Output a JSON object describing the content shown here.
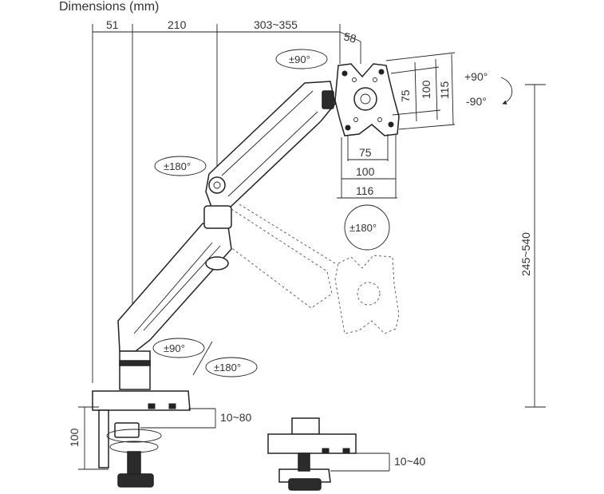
{
  "title": "Dimensions (mm)",
  "top_dims": {
    "d1": "51",
    "d2": "210",
    "d3": "303~355",
    "d4": "58"
  },
  "vesa": {
    "h75": "75",
    "h100": "100",
    "h115": "115",
    "w75": "75",
    "w100": "100",
    "w116": "116"
  },
  "tilt": {
    "up": "+90°",
    "down": "-90°"
  },
  "rotations": {
    "swivel_head": "±90°",
    "arm_joint": "±180°",
    "rotate_plate": "±180°",
    "base_swivel": "±90°",
    "base_rotate": "±180°"
  },
  "height_range": "245~540",
  "clamp_height": "100",
  "clamp_range": "10~80",
  "grommet_range": "10~40",
  "colors": {
    "line": "#222222",
    "ghost": "#666666"
  }
}
